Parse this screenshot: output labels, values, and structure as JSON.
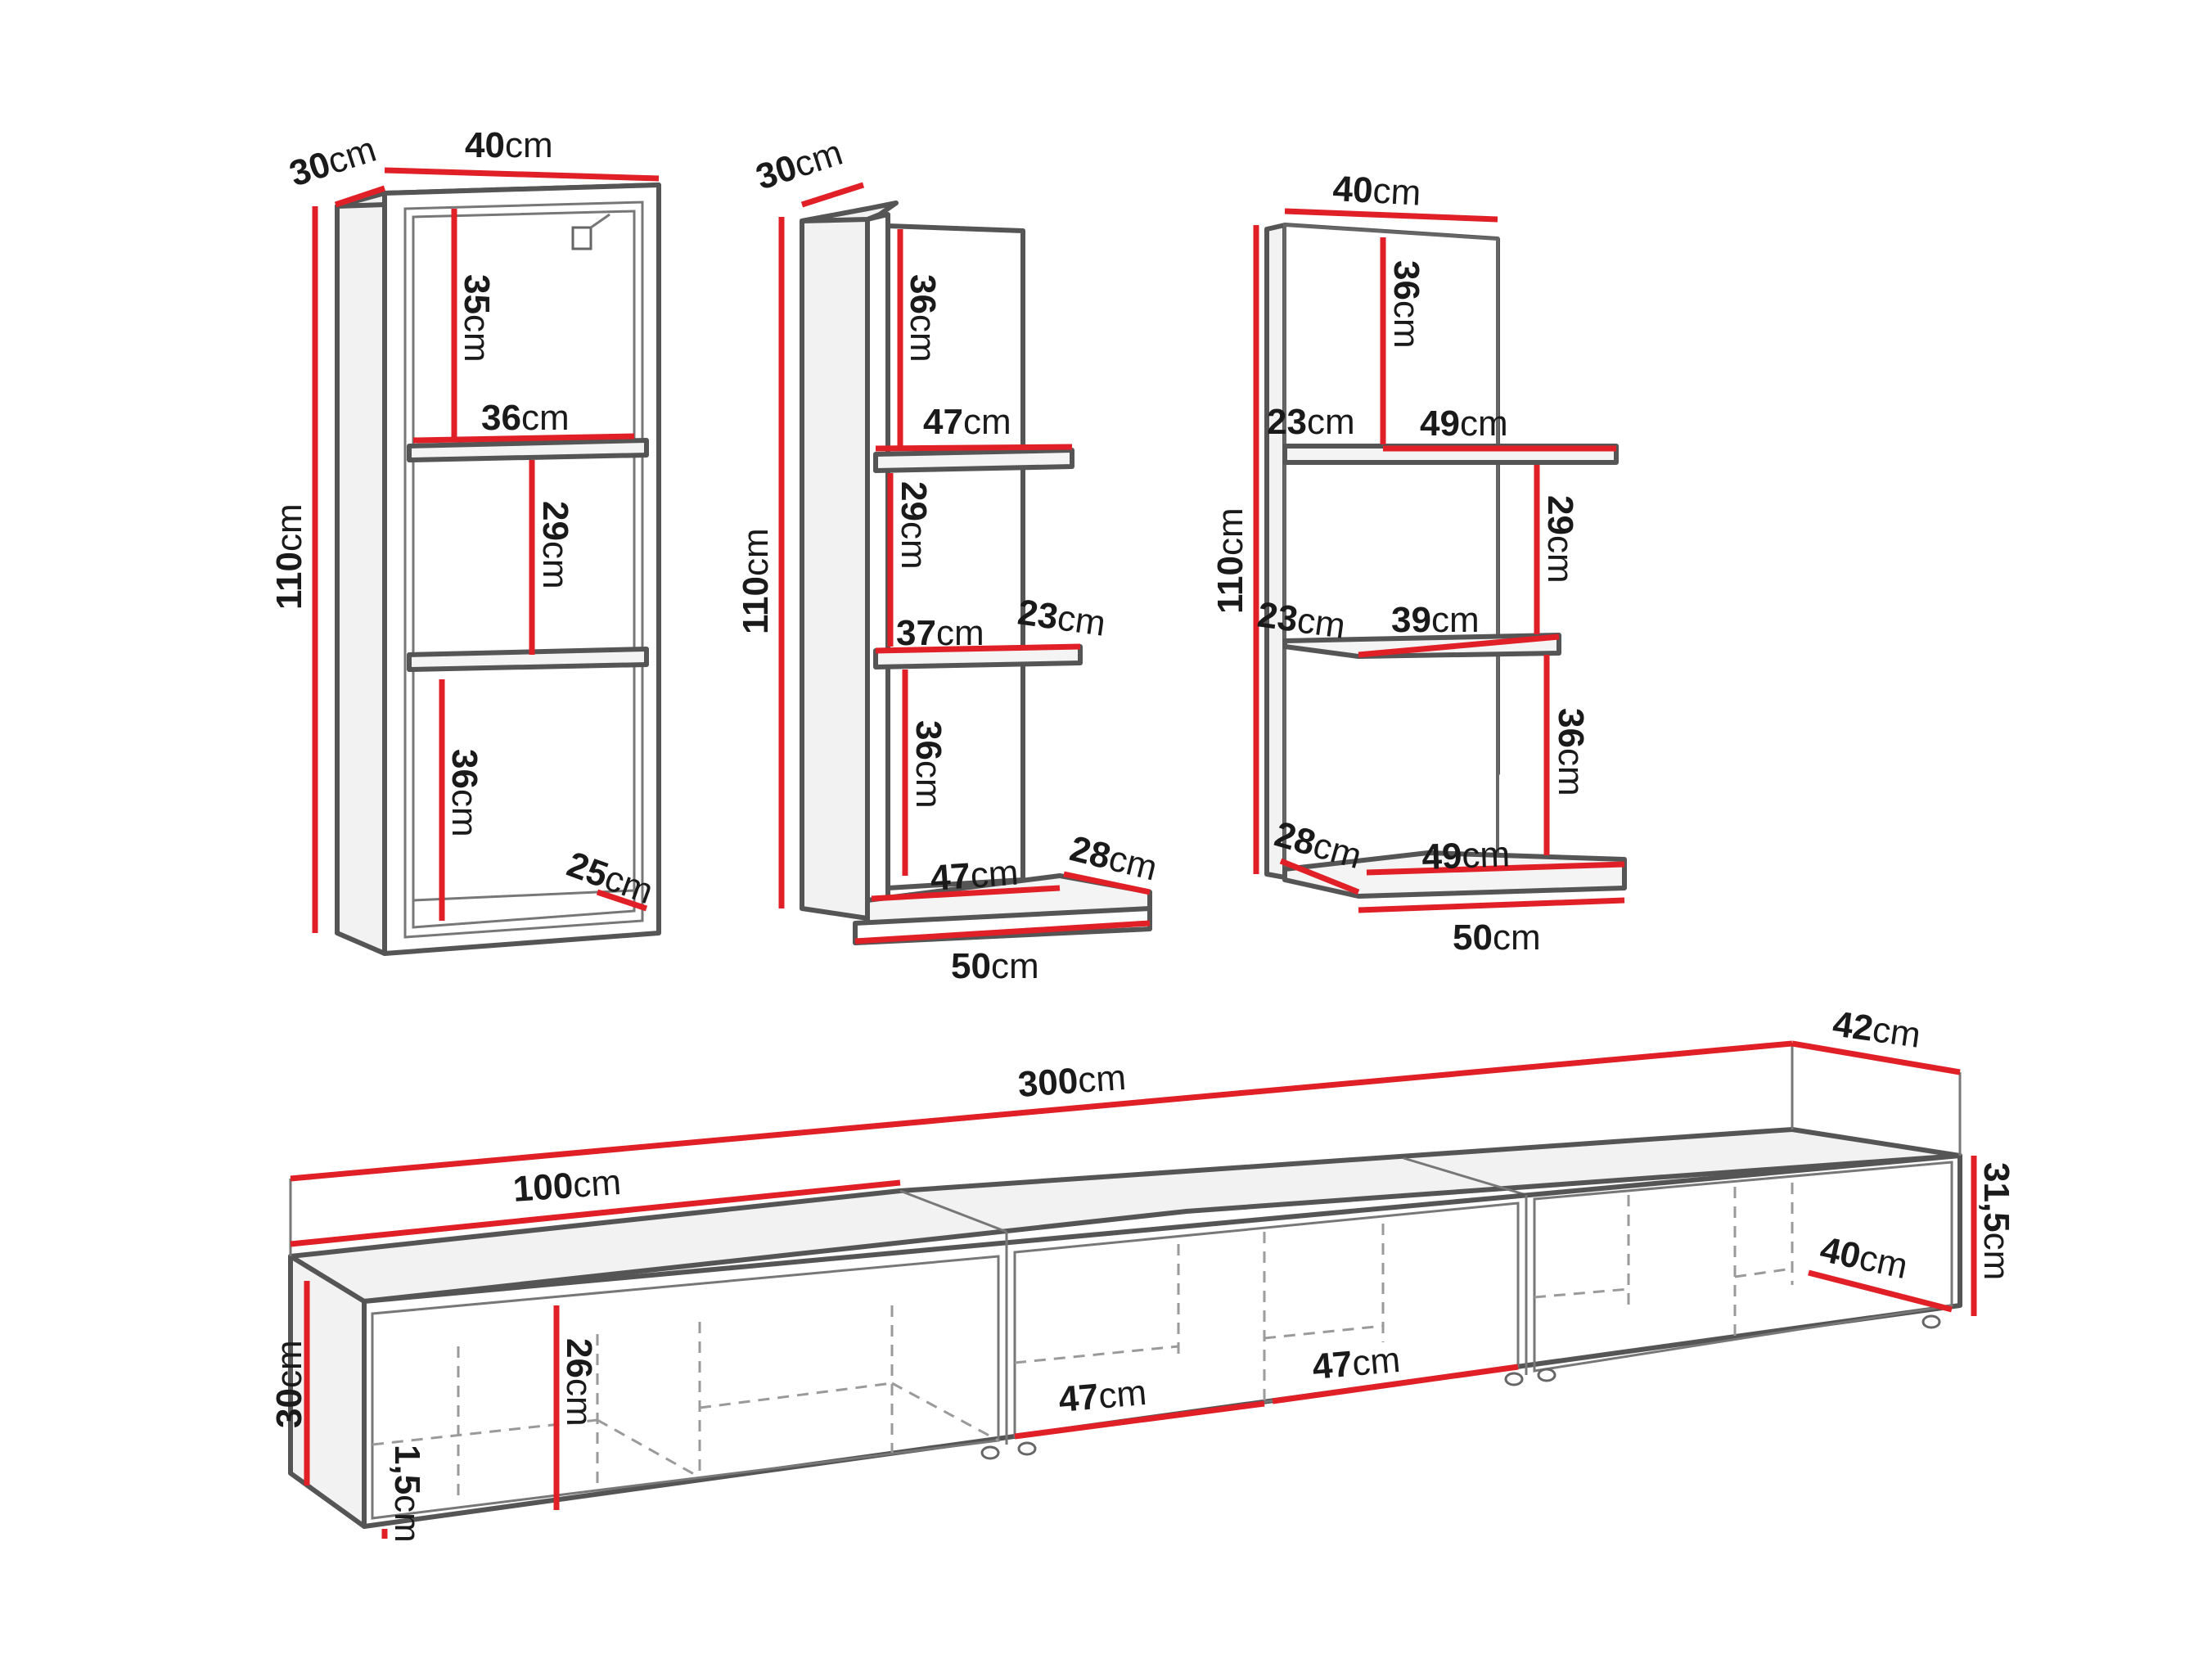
{
  "colors": {
    "dimension_line": "#e01f26",
    "outline": "#555555",
    "label_text": "#1a1a1a",
    "background": "#ffffff"
  },
  "unit": "cm",
  "glass_cabinet": {
    "depth": "30",
    "width": "40",
    "height": "110",
    "upper_compartment_height": "35",
    "upper_shelf_width": "36",
    "middle_compartment_height": "29",
    "lower_compartment_height": "36",
    "base_depth": "25"
  },
  "left_shelf_unit": {
    "depth": "30",
    "height": "110",
    "upper_compartment_height": "36",
    "upper_shelf_width": "47",
    "middle_compartment_height": "29",
    "middle_shelf_width": "37",
    "middle_shelf_depth": "23",
    "lower_compartment_height": "36",
    "bottom_shelf_width": "47",
    "bottom_shelf_depth": "28",
    "base_width": "50"
  },
  "right_shelf_unit": {
    "width": "40",
    "height": "110",
    "upper_compartment_height": "36",
    "upper_shelf_depth": "23",
    "upper_shelf_width": "49",
    "middle_compartment_height": "29",
    "middle_shelf_depth": "23",
    "middle_shelf_width": "39",
    "lower_compartment_height": "36",
    "bottom_shelf_depth": "28",
    "bottom_shelf_width": "49",
    "base_width": "50"
  },
  "tv_bench": {
    "total_width": "300",
    "depth": "42",
    "top_height": "31,5",
    "module_width": "100",
    "height": "30",
    "compartment_height": "26",
    "bottom_thickness": "1,5",
    "compartment_width_1": "47",
    "compartment_width_2": "47",
    "compartment_depth": "40"
  }
}
